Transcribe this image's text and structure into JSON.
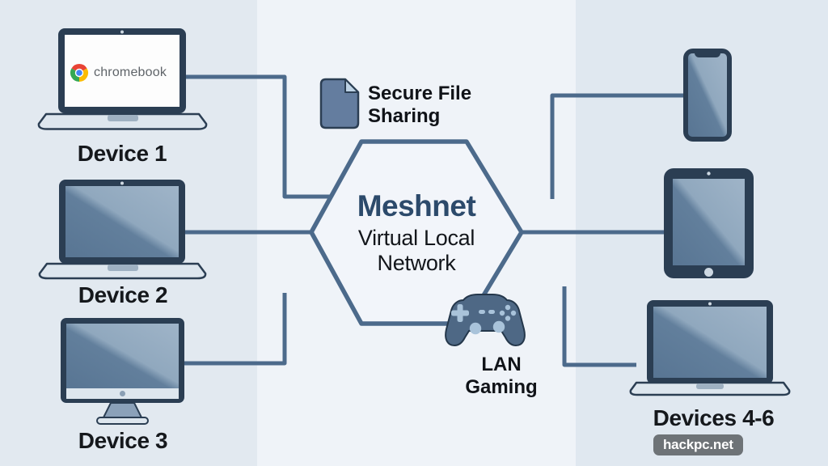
{
  "background": {
    "band_left_color": "#e2e9f0",
    "band_mid_color": "#eff3f8",
    "band_right_color": "#e0e8f0"
  },
  "colors": {
    "connector_line": "#4c6a8b",
    "hexagon_stroke": "#4c6a8b",
    "hexagon_fill": "#f2f5fa",
    "device_bezel": "#2b3e53",
    "screen_dark": "#587593",
    "screen_light": "#9fb4c8",
    "device_base": "#dde6ee",
    "icon_fill": "#647d9f",
    "icon_fold": "#bdd2e4",
    "gamepad_fill": "#4e6885",
    "gamepad_detail": "#a9c3da",
    "title_blue": "#2c4a6b",
    "label_black": "#15181c",
    "chrome_red": "#e94335",
    "chrome_green": "#34a853",
    "chrome_yellow": "#fbbc04",
    "chrome_blue": "#4285f4"
  },
  "hexagon": {
    "title": "Meshnet",
    "subtitle": [
      "Virtual Local",
      "Network"
    ]
  },
  "features": {
    "file_sharing": {
      "icon": "document-icon",
      "label": [
        "Secure File",
        "Sharing"
      ]
    },
    "lan_gaming": {
      "icon": "gamepad-icon",
      "label": [
        "LAN",
        "Gaming"
      ]
    }
  },
  "devices": {
    "left": [
      {
        "label": "Device 1",
        "type": "chromebook-laptop",
        "screen_text": "chromebook",
        "icon": "chrome-logo-icon"
      },
      {
        "label": "Device 2",
        "type": "laptop"
      },
      {
        "label": "Device 3",
        "type": "desktop-monitor"
      }
    ],
    "right": {
      "label": "Devices 4-6",
      "types": [
        "smartphone",
        "tablet",
        "laptop"
      ]
    }
  },
  "watermark": {
    "text": "hackpc.net"
  }
}
